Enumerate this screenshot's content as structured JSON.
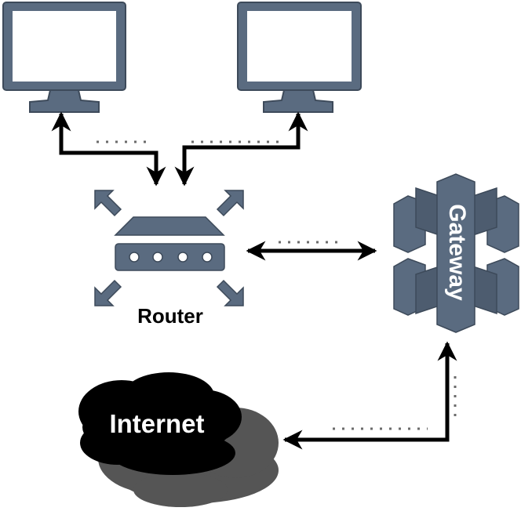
{
  "nodes": {
    "monitor_left": {
      "icon": "monitor-icon"
    },
    "monitor_right": {
      "icon": "monitor-icon"
    },
    "router": {
      "label": "Router",
      "icon": "router-icon"
    },
    "gateway": {
      "label": "Gateway",
      "icon": "api-gateway-icon"
    },
    "internet": {
      "label": "Internet",
      "icon": "cloud-icon"
    }
  },
  "colors": {
    "icon_fill": "#5a6b80",
    "icon_stroke": "#3d4a5a",
    "arrow": "#000000",
    "dotted": "#6b6b6b",
    "cloud": "#000000",
    "cloud_shadow": "#555555"
  }
}
